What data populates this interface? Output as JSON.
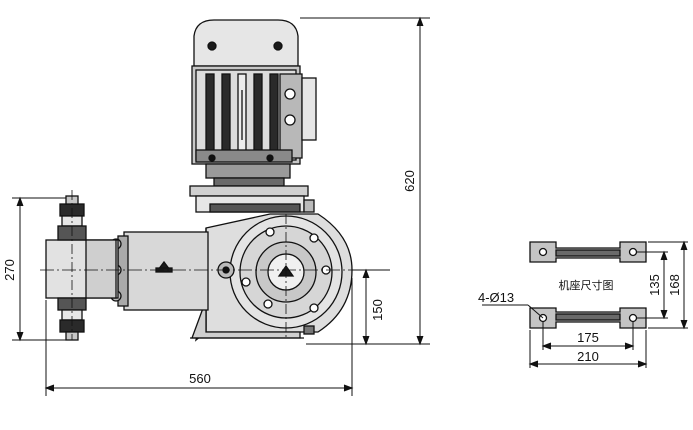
{
  "dimensions": {
    "height_total": "620",
    "length_total": "560",
    "left_height": "270",
    "center_height": "150"
  },
  "base_plate": {
    "title": "机座尺寸图",
    "hole_spec": "4-Ø13",
    "width_inner": "175",
    "width_outer": "210",
    "depth_inner": "135",
    "depth_outer": "168"
  },
  "colors": {
    "line": "#111111",
    "fill_light": "#e6e6e6",
    "fill_mid": "#c4c4c4",
    "fill_dark": "#555555",
    "fill_black": "#1a1a1a"
  }
}
